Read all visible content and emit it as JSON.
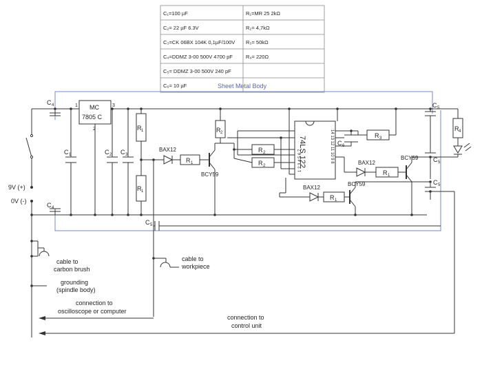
{
  "table": {
    "rows": [
      [
        "C₁=100 µF",
        "R₁=MR 25 2kΩ"
      ],
      [
        "C₂= 22 µF 6.3V",
        "R₂= 4,7kΩ"
      ],
      [
        "C₃=CK 06BX 104K 0,1µF/100V",
        "R₃= 50kΩ"
      ],
      [
        "C₄=DDMZ 3-00 500V 4700 pF",
        "R₄= 220Ω"
      ],
      [
        "C₅= DDMZ 3-00 500V 240 pF",
        ""
      ],
      [
        "C₆= 10 µF",
        ""
      ]
    ]
  },
  "labels": {
    "sheet_metal": "Sheet Metal Body",
    "regulator_line1": "MC",
    "regulator_line2": "7805 C",
    "pin1": "1",
    "pin2": "2",
    "pin3": "3",
    "ic_name": "74LS 122",
    "ic_top_pins": "14 13 12 11 10 9 8",
    "ic_bottom_pins": "1 2 3 4 5 6 7",
    "C1": "C",
    "C1_sub": "1",
    "C2": "C",
    "C2_sub": "2",
    "C3": "C",
    "C3_sub": "3",
    "C4_top": "C",
    "C4_top_sub": "4",
    "C4_bottom": "C",
    "C4_bottom_sub": "4",
    "C5_mid": "C",
    "C5_mid_sub": "5",
    "C5_r1": "C",
    "C5_r1_sub": "5",
    "C5_r2": "C",
    "C5_r2_sub": "5",
    "C5_r3": "C",
    "C5_r3_sub": "5",
    "C6": "C",
    "C6_sub": "6",
    "R1_a": "R",
    "R1_a_sub": "1",
    "R1_b": "R",
    "R1_b_sub": "1",
    "R1_c": "R",
    "R1_c_sub": "1",
    "R1_d": "R",
    "R1_d_sub": "1",
    "R1_e": "R",
    "R1_e_sub": "1",
    "R2_a": "R",
    "R2_a_sub": "2",
    "R2_b": "R",
    "R2_b_sub": "2",
    "R2_c": "R",
    "R2_c_sub": "2",
    "R3": "R",
    "R3_sub": "3",
    "R4": "R",
    "R4_sub": "4",
    "bax_1": "BAX12",
    "bax_2": "BAX12",
    "bax_3": "BAX12",
    "bcy_1": "BCY59",
    "bcy_2": "BCY59",
    "bcy_3": "BCY59",
    "v9": "9V (+)",
    "v0": "0V (-)",
    "carbon_1": "cable to",
    "carbon_2": "carbon brush",
    "work_1": "cable to",
    "work_2": "workpiece",
    "ground_1": "grounding",
    "ground_2": "(spindle body)",
    "osc_1": "connection to",
    "osc_2": "oscilloscope or computer",
    "ctrl_1": "connection to",
    "ctrl_2": "control unit"
  },
  "colors": {
    "wire": "#333333",
    "sheet_metal": "#7a86c8"
  }
}
